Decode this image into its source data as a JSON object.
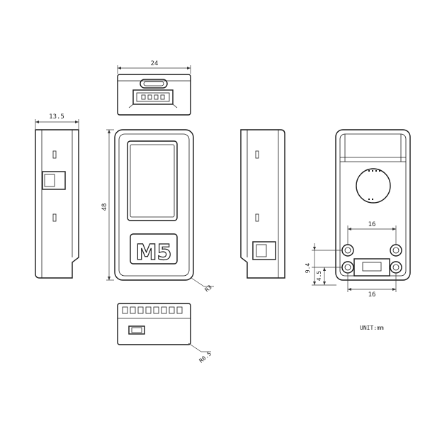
{
  "dimensions": {
    "top_width": "24",
    "side_depth": "13.5",
    "front_height": "48",
    "corner_radius": "R3",
    "back_hole_spacing_upper": "16",
    "back_hole_spacing_lower": "16",
    "back_vertical_a": "9.4",
    "back_vertical_b": "4.5",
    "bottom_radius": "R0.5"
  },
  "logo_text": "M5",
  "unit_label": "UNIT:mm",
  "colors": {
    "line": "#1a1a1a",
    "background": "#ffffff"
  }
}
